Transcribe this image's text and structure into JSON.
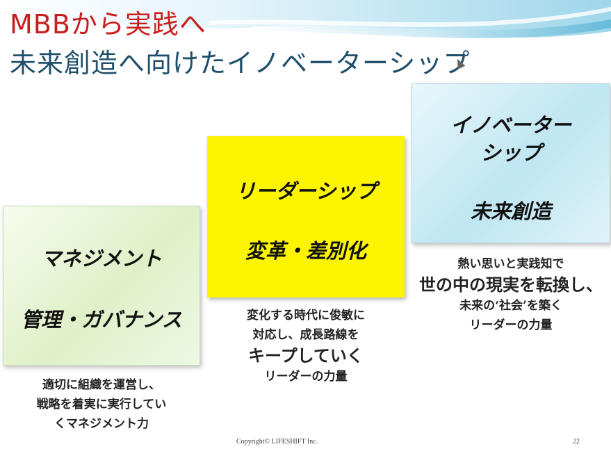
{
  "title_line1": "MBBから実践へ",
  "title_line2": "未来創造へ向けたイノベーターシップ",
  "boxes": {
    "management": {
      "heading": "マネジメント",
      "sub": "管理・ガバナンス"
    },
    "leadership": {
      "heading": "リーダーシップ",
      "sub": "変革・差別化"
    },
    "innovatorship": {
      "heading_line1": "イノベーター",
      "heading_line2": "シップ",
      "sub": "未来創造"
    }
  },
  "captions": {
    "management": [
      "適切に組織を運営し、",
      "戦略を着実に実行してい",
      "くマネジメント力"
    ],
    "leadership": {
      "line1": "変化する時代に俊敏に",
      "line2": "対応し、成長路線を",
      "line3": "キープしていく",
      "line4": "リーダーの力量"
    },
    "innovatorship": {
      "line1": "熱い思いと実践知で",
      "line2": "世の中の現実を転換し、",
      "line3": "未来の‘社会’を築く",
      "line4": "リーダーの力量"
    }
  },
  "footer": {
    "copyright": "Copyright© LIFESHIFT Inc.",
    "page_number": "22"
  },
  "colors": {
    "title_red": "#c81e1e",
    "title_teal": "#1f4f6b",
    "box_yellow": "#fcf400"
  }
}
